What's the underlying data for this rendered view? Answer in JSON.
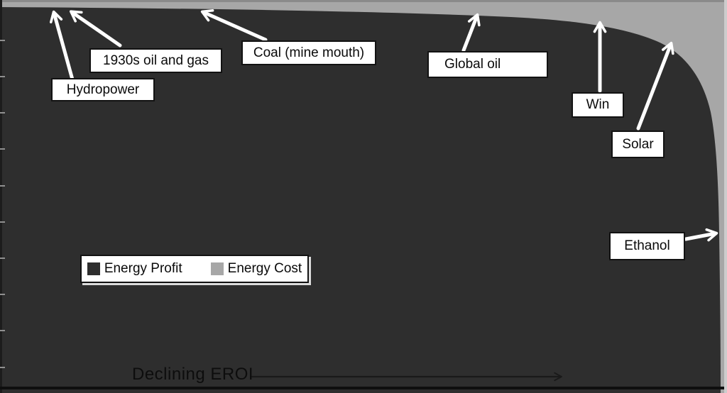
{
  "colors": {
    "energy_profit": "#2e2e2e",
    "energy_cost": "#a7a7a7",
    "top_border": "#8a8a8a",
    "left_border": "#1c1c1c",
    "bottom_border": "#0f0f0f",
    "right_border": "#cccccc",
    "tick": "#909090",
    "callout_arrow": "#ffffff",
    "axis_arrow": "#1a1a1a"
  },
  "legend": {
    "items": [
      {
        "label": "Energy Profit",
        "color": "#2e2e2e"
      },
      {
        "label": "Energy Cost",
        "color": "#a7a7a7"
      }
    ]
  },
  "callouts": {
    "hydropower": {
      "label": "Hydropower"
    },
    "oil_1930s": {
      "label": "1930s oil and gas"
    },
    "coal": {
      "label": "Coal (mine mouth)"
    },
    "global_oil": {
      "label": "Global oil"
    },
    "wind": {
      "label": "Win"
    },
    "solar": {
      "label": "Solar"
    },
    "ethanol": {
      "label": "Ethanol"
    }
  },
  "x_axis": {
    "label": "Declining EROI"
  },
  "chart_data": {
    "type": "area",
    "stacked": true,
    "title": "",
    "xlabel": "Declining EROI",
    "ylabel": "",
    "legend_position": "center-left inside plot",
    "grid": false,
    "x_axis": {
      "tick_labels": "none",
      "annotation": "Declining EROI with right-pointing arrow"
    },
    "y_axis": {
      "tick_labels": "none",
      "unlabeled_tick_count": 10
    },
    "x_normalized": [
      0,
      0.2,
      0.4,
      0.6,
      0.7,
      0.8,
      0.85,
      0.9,
      0.93,
      0.95,
      0.97,
      0.98,
      0.99,
      0.995,
      1.0
    ],
    "series": [
      {
        "name": "Energy Profit",
        "color": "#2e2e2e",
        "share_values": [
          0.987,
          0.983,
          0.978,
          0.969,
          0.961,
          0.95,
          0.928,
          0.902,
          0.86,
          0.82,
          0.766,
          0.684,
          0.399,
          0.2,
          0.0
        ]
      },
      {
        "name": "Energy Cost",
        "color": "#a7a7a7",
        "share_values": [
          0.013,
          0.017,
          0.022,
          0.031,
          0.039,
          0.05,
          0.072,
          0.098,
          0.14,
          0.18,
          0.234,
          0.316,
          0.601,
          0.8,
          1.0
        ]
      }
    ],
    "annotations": [
      {
        "label": "Hydropower",
        "x_normalized": 0.07,
        "profit_share": 0.983
      },
      {
        "label": "1930s oil and gas",
        "x_normalized": 0.095,
        "profit_share": 0.983
      },
      {
        "label": "Coal (mine mouth)",
        "x_normalized": 0.275,
        "profit_share": 0.981
      },
      {
        "label": "Global oil",
        "x_normalized": 0.66,
        "profit_share": 0.972
      },
      {
        "label": "Win",
        "x_normalized": 0.83,
        "profit_share": 0.95
      },
      {
        "label": "Solar",
        "x_normalized": 0.93,
        "profit_share": 0.9
      },
      {
        "label": "Ethanol",
        "x_normalized": 0.995,
        "profit_share": 0.4
      }
    ]
  }
}
